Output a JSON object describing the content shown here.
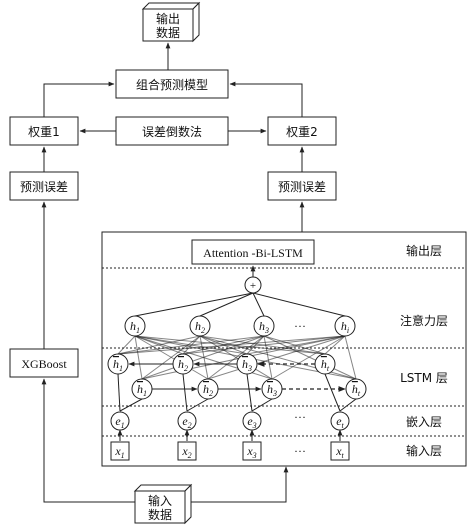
{
  "output_cube": {
    "line1": "输出",
    "line2": "数据"
  },
  "input_cube": {
    "line1": "输入",
    "line2": "数据"
  },
  "combine_box": "组合预测模型",
  "weight1_box": "权重1",
  "weight2_box": "权重2",
  "error_inverse_box": "误差倒数法",
  "pred_error_left": "预测误差",
  "pred_error_right": "预测误差",
  "xgboost_box": "XGBoost",
  "attention_box": "Attention -Bi-LSTM",
  "layers": {
    "output": "输出层",
    "attention": "注意力层",
    "lstm": "LSTM 层",
    "embedding": "嵌入层",
    "input": "输入层"
  },
  "plus_symbol": "+",
  "ellipsis": "···",
  "attention_nodes": [
    {
      "base": "h",
      "sub": "1"
    },
    {
      "base": "h",
      "sub": "2"
    },
    {
      "base": "h",
      "sub": "3"
    },
    {
      "base": "h",
      "sub": "i"
    }
  ],
  "backward_nodes": [
    {
      "base": "h",
      "sub": "1"
    },
    {
      "base": "h",
      "sub": "2"
    },
    {
      "base": "h",
      "sub": "3"
    },
    {
      "base": "h",
      "sub": "t"
    }
  ],
  "forward_nodes": [
    {
      "base": "h",
      "sub": "1"
    },
    {
      "base": "h",
      "sub": "2"
    },
    {
      "base": "h",
      "sub": "3"
    },
    {
      "base": "h",
      "sub": "t"
    }
  ],
  "embed_nodes": [
    {
      "base": "e",
      "sub": "1"
    },
    {
      "base": "e",
      "sub": "2"
    },
    {
      "base": "e",
      "sub": "3"
    },
    {
      "base": "e",
      "sub": "t"
    }
  ],
  "input_nodes": [
    {
      "base": "x",
      "sub": "1"
    },
    {
      "base": "x",
      "sub": "2"
    },
    {
      "base": "x",
      "sub": "3"
    },
    {
      "base": "x",
      "sub": "t"
    }
  ]
}
